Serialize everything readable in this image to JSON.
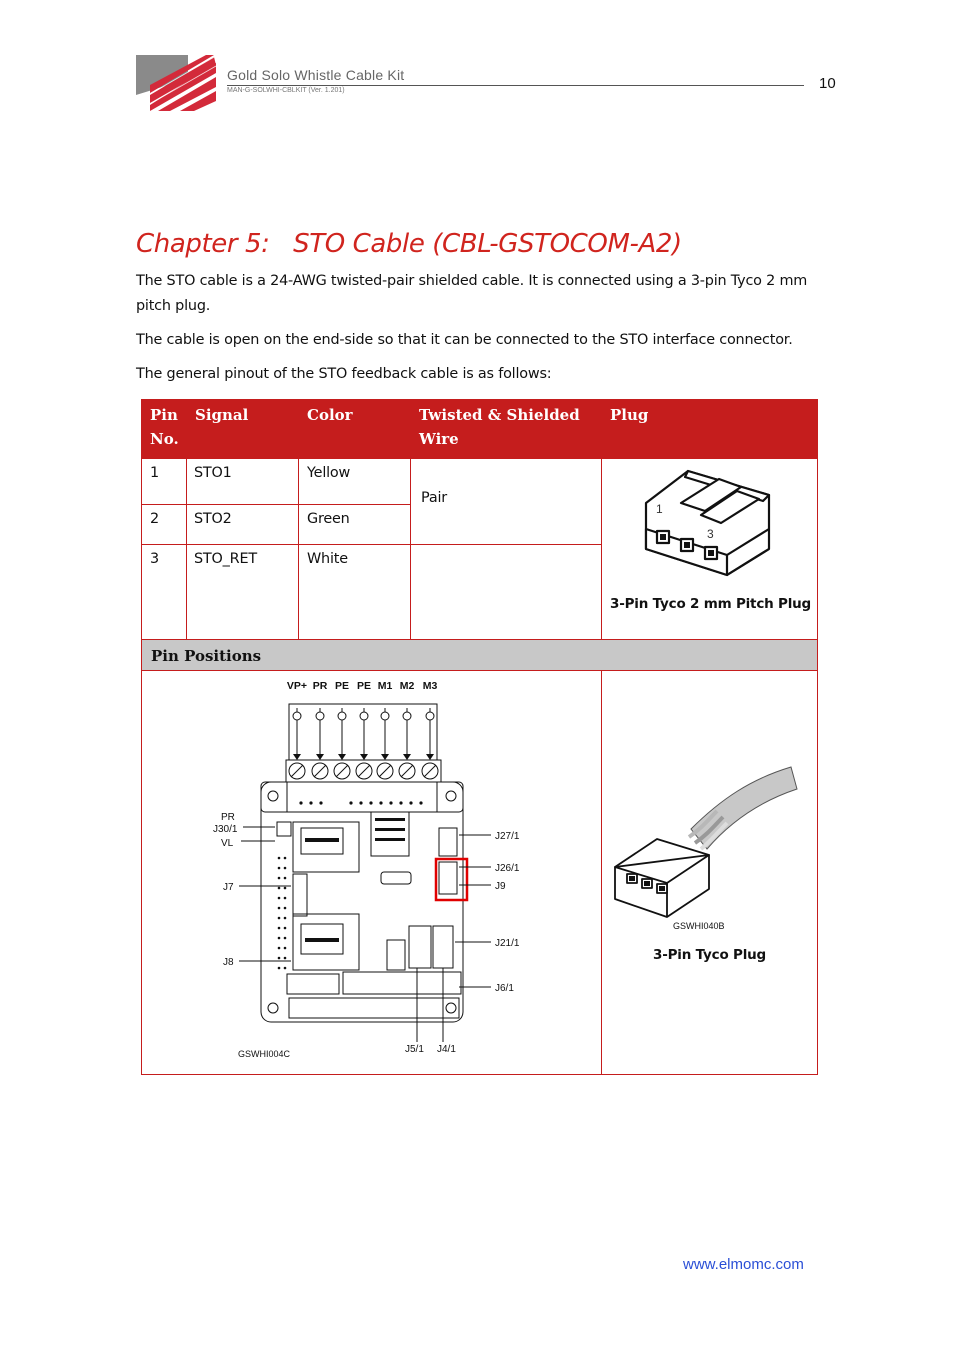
{
  "header": {
    "title": "Gold Solo Whistle Cable Kit",
    "doc_ref": "MAN-G-SOLWHI-CBLKIT (Ver. 1.201)",
    "page_number": "10"
  },
  "chapter": {
    "title": "Chapter 5:   STO Cable (CBL-GSTOCOM-A2)"
  },
  "paragraphs": [
    "The STO cable is a 24-AWG twisted-pair shielded cable. It is connected using a 3-pin Tyco 2 mm pitch plug.",
    "The cable is open on the end-side so that it can be connected to the STO interface connector.",
    "The general pinout of the STO feedback cable is as follows:"
  ],
  "table": {
    "headers": {
      "pin": "Pin No.",
      "signal": "Signal",
      "color": "Color",
      "twisted": "Twisted & Shielded Wire",
      "plug": "Plug"
    },
    "rows": [
      {
        "pin": "1",
        "signal": "STO1",
        "color": "Yellow"
      },
      {
        "pin": "2",
        "signal": "STO2",
        "color": "Green"
      },
      {
        "pin": "3",
        "signal": "STO_RET",
        "color": "White"
      }
    ],
    "pair_label": "Pair",
    "plug_caption": "3-Pin Tyco 2 mm Pitch Plug",
    "plug_pin_labels": [
      "1",
      "3"
    ],
    "pin_positions_label": "Pin Positions",
    "board_diagram": {
      "top_labels": [
        "VP+",
        "PR",
        "PE",
        "PE",
        "M1",
        "M2",
        "M3"
      ],
      "left_labels": [
        "PR",
        "J30/1",
        "VL",
        "J7",
        "J8"
      ],
      "right_labels": [
        "J27/1",
        "J26/1",
        "J9",
        "J21/1",
        "J6/1"
      ],
      "bottom_labels": [
        "J5/1",
        "J4/1"
      ],
      "figure_id": "GSWHI004C",
      "highlight_color": "#e00000"
    },
    "plug_photo": {
      "figure_id": "GSWHI040B",
      "caption": "3-Pin Tyco Plug"
    }
  },
  "footer": {
    "url": "www.elmomc.com"
  },
  "colors": {
    "accent_red": "#c51d1d",
    "chapter_red": "#d0241e",
    "link_blue": "#2a4fd6",
    "band_gray": "#c8c8c8"
  }
}
